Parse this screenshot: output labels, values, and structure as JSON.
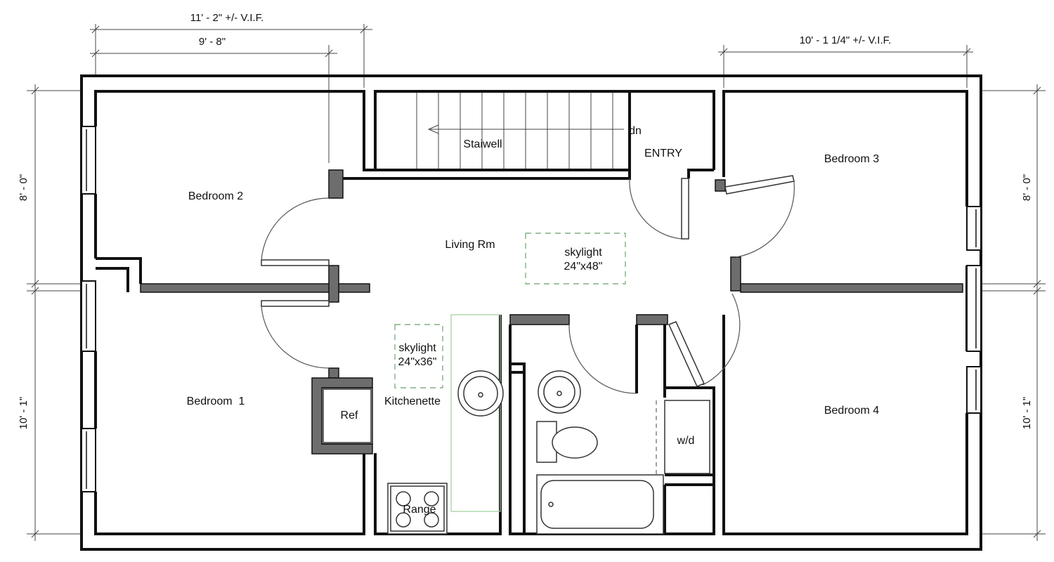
{
  "dimensions": {
    "top_overall": "11' - 2\" +/- V.I.F.",
    "top_inner": "9' - 8\"",
    "top_right": "10' - 1 1/4\" +/- V.I.F.",
    "left_upper": "8' - 0\"",
    "left_lower": "10' - 1\"",
    "right_upper": "8' - 0\"",
    "right_lower": "10' - 1\""
  },
  "rooms": {
    "bedroom_2": "Bedroom 2",
    "bedroom_1": "Bedroom  1",
    "bedroom_3": "Bedroom 3",
    "bedroom_4": "Bedroom 4",
    "stairwell": "Staiwell",
    "stair_direction": "dn",
    "entry": "ENTRY",
    "living": "Living Rm",
    "kitchenette": "Kitchenette",
    "washer_dryer": "w/d"
  },
  "fixtures": {
    "refrigerator": "Ref",
    "range": "Range"
  },
  "skylights": {
    "large_label": "skylight",
    "large_size": "24\"x48\"",
    "small_label": "skylight",
    "small_size": "24\"x36\""
  },
  "colors": {
    "wall": "#111111",
    "new_wall": "#6d6d6d",
    "skylight_outline": "#7fb07f",
    "background": "#ffffff"
  }
}
